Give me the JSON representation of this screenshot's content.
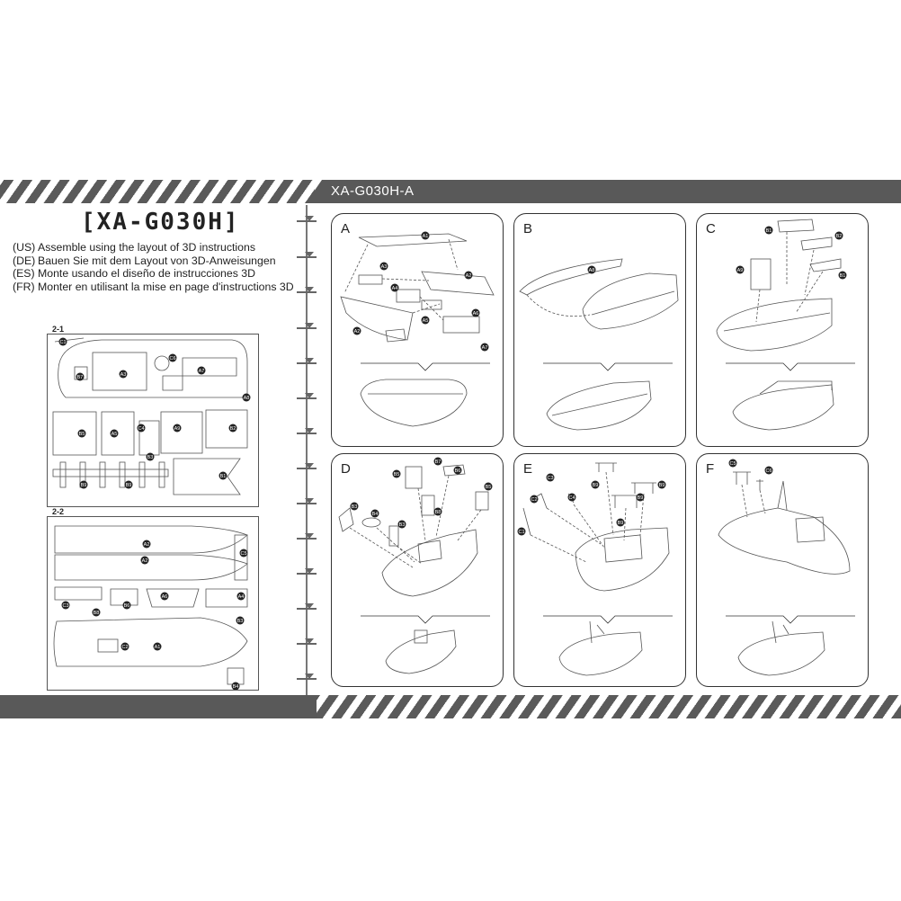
{
  "header": {
    "model_code": "XA-G030H-A"
  },
  "title": "[XA-G030H]",
  "instructions": [
    {
      "code": "(US)",
      "text": "Assemble using the layout of 3D instructions"
    },
    {
      "code": "(DE)",
      "text": "Bauen Sie mit dem Layout von 3D-Anweisungen"
    },
    {
      "code": "(ES)",
      "text": "Monte usando el diseño de instrucciones 3D"
    },
    {
      "code": "(FR)",
      "text": "Monter en utilisant la mise en page d'instructions 3D"
    }
  ],
  "sheets": [
    {
      "label": "2-1",
      "parts": [
        "C1",
        "C6",
        "A3",
        "A7",
        "B7",
        "A8",
        "B5",
        "A5",
        "C4",
        "A9",
        "B2",
        "B3",
        "B1",
        "B9",
        "B9"
      ]
    },
    {
      "label": "2-2",
      "parts": [
        "A2",
        "C5",
        "A2",
        "C3",
        "A6",
        "A4",
        "B8",
        "B6",
        "B3",
        "C2",
        "A1",
        "B4"
      ]
    }
  ],
  "steps": [
    {
      "letter": "A",
      "parts": [
        "A1",
        "A2",
        "A3",
        "A4",
        "A2",
        "A5",
        "A6",
        "A7"
      ]
    },
    {
      "letter": "B",
      "parts": [
        "A8"
      ]
    },
    {
      "letter": "C",
      "parts": [
        "B1",
        "B2",
        "B1",
        "A9"
      ]
    },
    {
      "letter": "D",
      "parts": [
        "B5",
        "B7",
        "B6",
        "B5",
        "B3",
        "B4",
        "B3",
        "B8"
      ]
    },
    {
      "letter": "E",
      "parts": [
        "C3",
        "B9",
        "B9",
        "C2",
        "C4",
        "B9",
        "B9",
        "C1"
      ]
    },
    {
      "letter": "F",
      "parts": [
        "C5",
        "C6"
      ]
    }
  ]
}
